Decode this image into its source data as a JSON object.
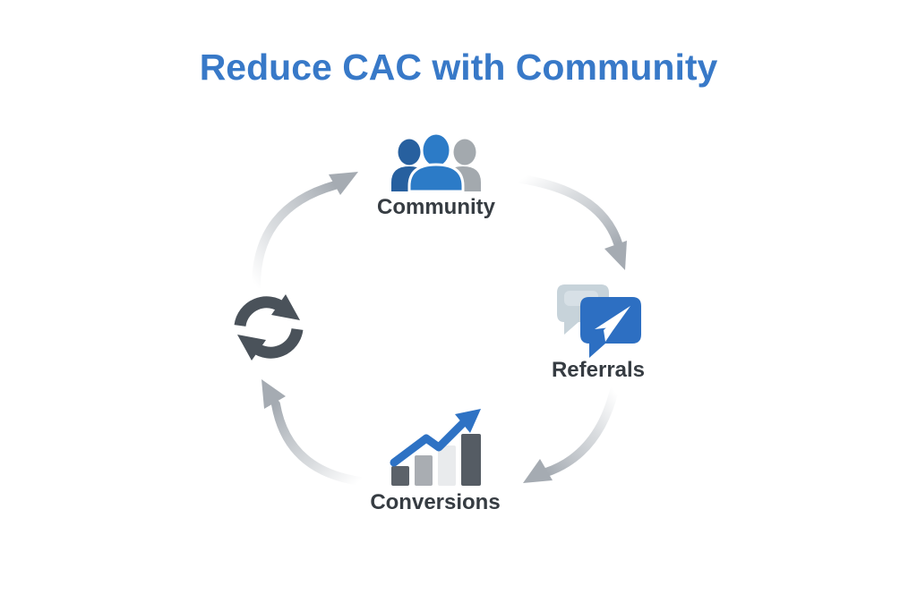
{
  "title": {
    "text": "Reduce CAC with Community",
    "color": "#3879C8"
  },
  "background_color": "#FFFFFF",
  "label_color": "#363C42",
  "cycle": {
    "direction": "clockwise",
    "arrow_color": "#A5ABB2",
    "center_icon": {
      "name": "refresh-cycle-icon",
      "color": "#4A525A"
    },
    "nodes": [
      {
        "id": "community",
        "label": "Community",
        "position": "top",
        "icon": "people-group-icon",
        "icon_colors": {
          "front_person": "#2C7BC7",
          "back_left_person": "#27609F",
          "back_right_person": "#A3A9AE"
        }
      },
      {
        "id": "referrals",
        "label": "Referrals",
        "position": "right",
        "icon": "send-message-chat-icon",
        "icon_colors": {
          "front_bubble": "#2D6FC2",
          "back_bubble": "#C7D3DA",
          "back_bubble_inner": "#D7E0E6",
          "paper_plane": "#FFFFFF"
        }
      },
      {
        "id": "conversions",
        "label": "Conversions",
        "position": "bottom",
        "icon": "growth-bar-chart-icon",
        "icon_colors": {
          "trend_arrow": "#2E72C4",
          "bars": [
            "#5C6269",
            "#A9ADB2",
            "#E9EBED",
            "#555C64"
          ]
        }
      }
    ],
    "arrows": [
      {
        "name": "arrow-loop-to-community",
        "from": "loop",
        "to": "community",
        "direction": "up-right"
      },
      {
        "name": "arrow-community-to-referrals",
        "from": "community",
        "to": "referrals",
        "direction": "down-right"
      },
      {
        "name": "arrow-referrals-to-conversions",
        "from": "referrals",
        "to": "conversions",
        "direction": "down-left"
      },
      {
        "name": "arrow-conversions-to-loop",
        "from": "conversions",
        "to": "loop",
        "direction": "up-left"
      }
    ]
  }
}
